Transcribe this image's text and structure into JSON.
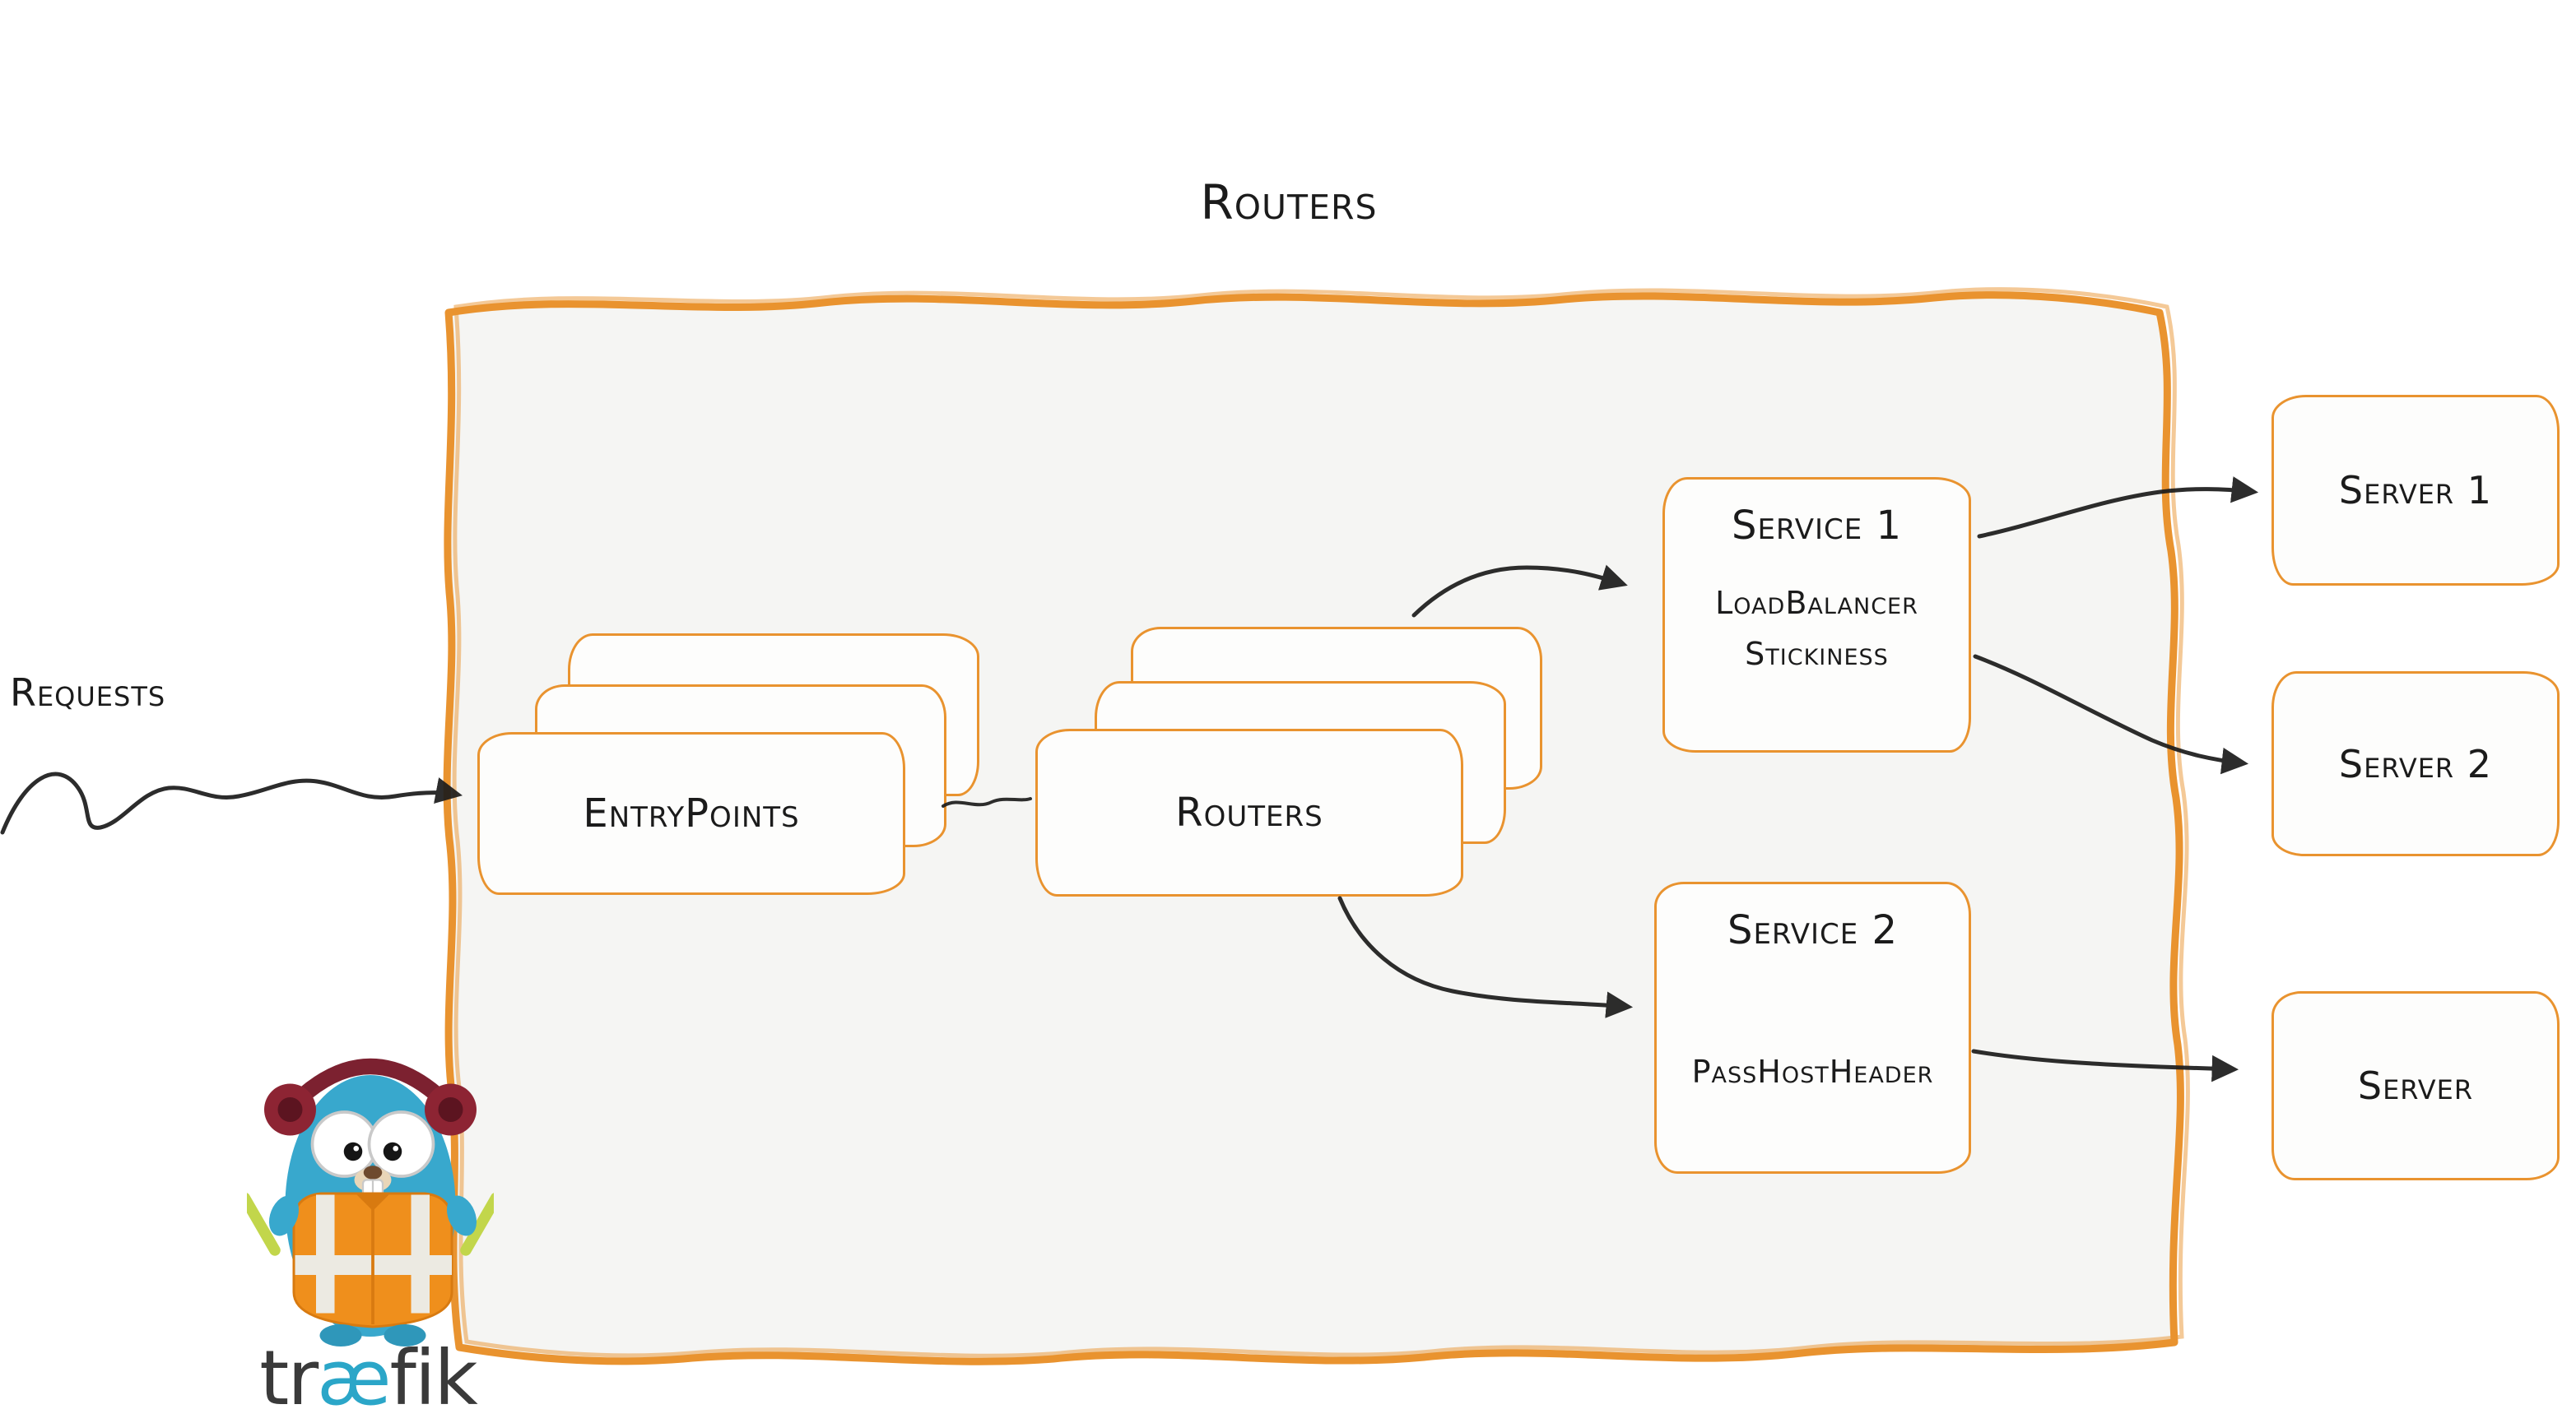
{
  "title": "Routers",
  "requests": {
    "label": "Requests"
  },
  "entrypoints": {
    "label": "EntryPoints"
  },
  "box_routers": {
    "label": "Routers"
  },
  "service1": {
    "title": "Service 1",
    "lines": [
      "LoadBalancer",
      "Stickiness"
    ]
  },
  "service2": {
    "title": "Service 2",
    "lines": [
      "PassHostHeader"
    ]
  },
  "servers": [
    {
      "label": "Server 1"
    },
    {
      "label": "Server 2"
    },
    {
      "label": "Server"
    }
  ],
  "logo": {
    "part1": "tr",
    "part2": "æ",
    "part3": "fik"
  },
  "colors": {
    "accent_orange": "#e9932f",
    "ink": "#1b1b1b",
    "panel_fill": "#f5f5f3",
    "card_fill": "#fdfdfc",
    "logo_blue": "#2ba6c8",
    "gopher_body_blue": "#38a8cd",
    "vest_orange": "#ef8f1c",
    "headphone_red": "#8d2433",
    "glowstick_green": "#c2d64b"
  }
}
